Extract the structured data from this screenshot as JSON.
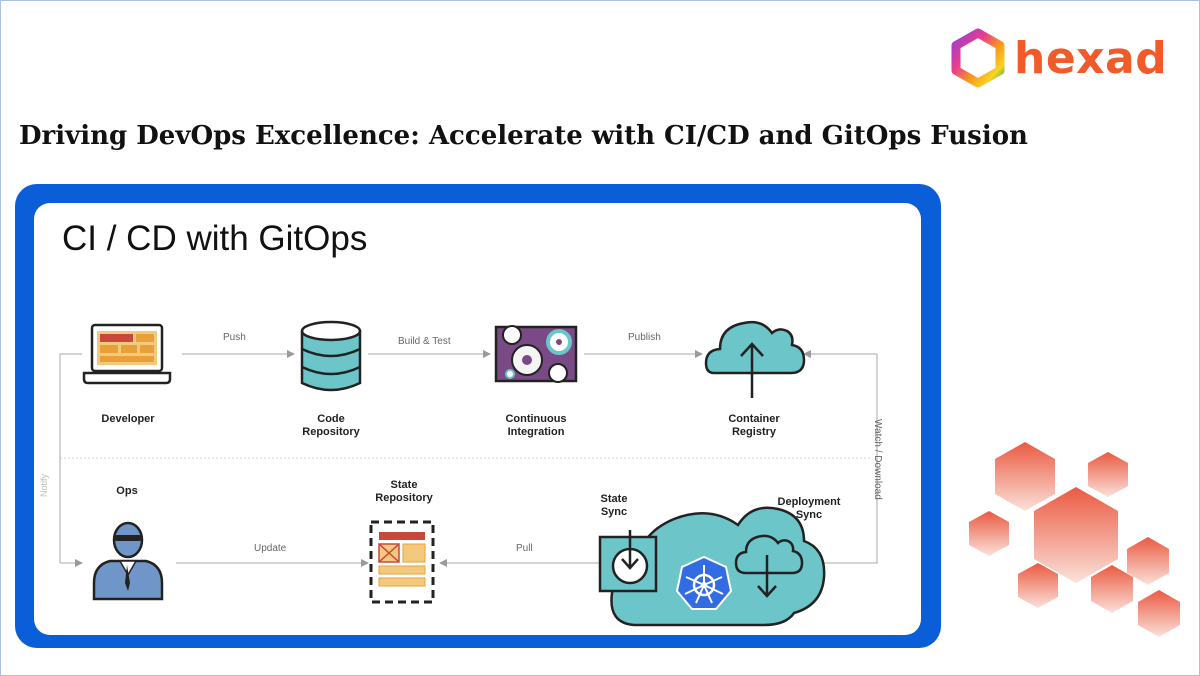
{
  "logo": {
    "text": "hexad"
  },
  "headline": "Driving DevOps Excellence: Accelerate with CI/CD and GitOps Fusion",
  "diagram": {
    "title": "CI / CD with GitOps",
    "nodes": {
      "developer": "Developer",
      "code_repository": [
        "Code",
        "Repository"
      ],
      "continuous_integration": [
        "Continuous",
        "Integration"
      ],
      "container_registry": [
        "Container",
        "Registry"
      ],
      "ops": "Ops",
      "state_repository": [
        "State",
        "Repository"
      ],
      "state_sync": [
        "State",
        "Sync"
      ],
      "deployment_sync": [
        "Deployment",
        "Sync"
      ]
    },
    "edges": {
      "push": "Push",
      "build_test": "Build & Test",
      "publish": "Publish",
      "update": "Update",
      "pull": "Pull",
      "watch_download": "Watch / Download",
      "notify": "Notify"
    }
  },
  "colors": {
    "brand": "#f15a29",
    "frame": "#0a5ed8",
    "teal": "#6cc5c9",
    "orange": "#e8a13a",
    "red": "#c9483b",
    "purple": "#7a4a86"
  }
}
